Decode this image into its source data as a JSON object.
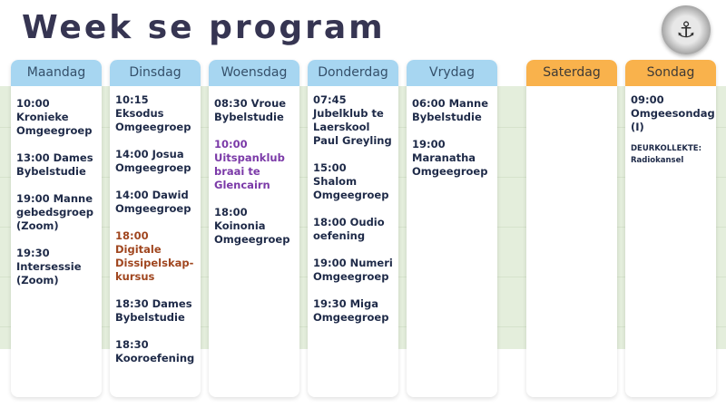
{
  "title": "Week se program",
  "days": [
    {
      "name": "Maandag",
      "events": [
        {
          "text": "10:00 Kronieke Omgeegroep"
        },
        {
          "text": "13:00 Dames Bybelstudie"
        },
        {
          "text": "19:00 Manne gebedsgroep (Zoom)"
        },
        {
          "text": "19:30 Intersessie (Zoom)"
        }
      ]
    },
    {
      "name": "Dinsdag",
      "events": [
        {
          "text": "10:15 Eksodus Omgeegroep"
        },
        {
          "text": "14:00 Josua Omgeegroep"
        },
        {
          "text": "14:00 Dawid Omgeegroep"
        },
        {
          "text": "18:00 Digitale Dissipelskap-kursus",
          "color": "#a0461f"
        },
        {
          "text": "18:30 Dames Bybelstudie"
        },
        {
          "text": "18:30 Kooroefening"
        }
      ]
    },
    {
      "name": "Woensdag",
      "events": [
        {
          "text": "08:30 Vroue Bybelstudie"
        },
        {
          "text": "10:00 Uitspanklub braai te Glencairn",
          "color": "#7b3aa8"
        },
        {
          "text": "18:00 Koinonia Omgeegroep"
        }
      ]
    },
    {
      "name": "Donderdag",
      "events": [
        {
          "text": "07:45 Jubelklub te Laerskool Paul Greyling"
        },
        {
          "text": "15:00 Shalom Omgeegroep"
        },
        {
          "text": "18:00 Oudio oefening"
        },
        {
          "text": "19:00 Numeri Omgeegroep"
        },
        {
          "text": "19:30 Miga Omgeegroep"
        }
      ]
    },
    {
      "name": "Vrydag",
      "events": [
        {
          "text": "06:00 Manne Bybelstudie"
        },
        {
          "text": "19:00 Maranatha Omgeegroep"
        }
      ]
    },
    {
      "name": "Saterdag",
      "weekend": true,
      "events": []
    },
    {
      "name": "Sondag",
      "weekend": true,
      "events": [
        {
          "text": "09:00 Omgeesondag (I)"
        },
        {
          "text": "DEURKOLLEKTE: Radiokansel",
          "small": true
        }
      ]
    }
  ],
  "colors": {
    "weekday_header": "#a7d6f1",
    "weekend_header": "#f9b24c",
    "text": "#1e2a48"
  }
}
